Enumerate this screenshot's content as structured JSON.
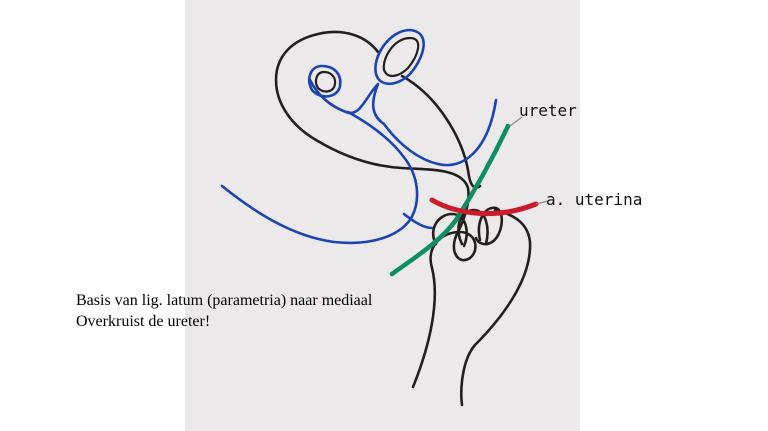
{
  "diagram": {
    "labels": {
      "ureter": "ureter",
      "uterine_artery": "a. uterina"
    },
    "caption": {
      "line1": "Basis van lig. latum (parametria) naar mediaal",
      "line2": "Overkruist de ureter!"
    },
    "colors": {
      "background_panel": "#ece9ea",
      "outline": "#231f1d",
      "ligament": "#1a44b5",
      "ureter": "#0d8f63",
      "artery": "#cc1b2b"
    }
  }
}
